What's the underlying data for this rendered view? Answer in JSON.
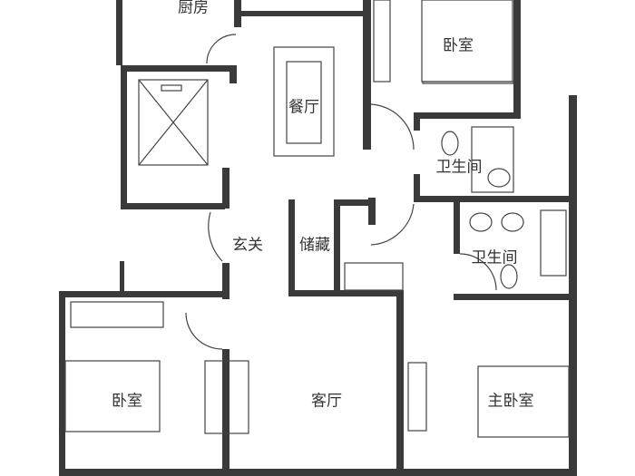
{
  "rooms": {
    "kitchen": "厨房",
    "bedroom_top": "卧室",
    "dining": "餐厅",
    "bathroom_1": "卫生间",
    "foyer": "玄关",
    "storage": "储藏",
    "bathroom_2": "卫生间",
    "bedroom_left": "卧室",
    "living": "客厅",
    "master_bedroom": "主卧室"
  },
  "colors": {
    "wall": "#3a3a3a",
    "line": "#444444"
  }
}
